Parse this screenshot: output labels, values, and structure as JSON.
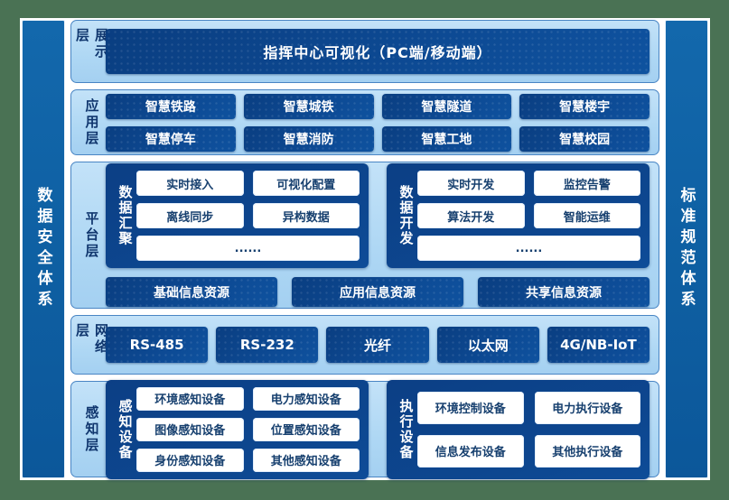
{
  "colors": {
    "canvas_green": "#4a7254",
    "pillar_blue": "#0f63a6",
    "panel_light_blue": "#aed7f4",
    "box_navy": "#0d4790",
    "label_navy": "#10366e",
    "white": "#ffffff"
  },
  "left_pillar": {
    "label": "数据安全体系"
  },
  "right_pillar": {
    "label": "标准规范体系"
  },
  "layers": [
    {
      "label": "展示层",
      "items": [
        "指挥中心可视化（PC端/移动端）"
      ]
    },
    {
      "label": "应用层",
      "items": [
        "智慧铁路",
        "智慧城铁",
        "智慧隧道",
        "智慧楼宇",
        "智慧停车",
        "智慧消防",
        "智慧工地",
        "智慧校园"
      ]
    },
    {
      "label": "平台层",
      "groups": [
        {
          "label": "数据汇聚",
          "items": [
            "实时接入",
            "可视化配置",
            "离线同步",
            "异构数据",
            "......"
          ]
        },
        {
          "label": "数据开发",
          "items": [
            "实时开发",
            "监控告警",
            "算法开发",
            "智能运维",
            "......"
          ]
        }
      ],
      "resources": [
        "基础信息资源",
        "应用信息资源",
        "共享信息资源"
      ]
    },
    {
      "label": "网络层",
      "items": [
        "RS-485",
        "RS-232",
        "光纤",
        "以太网",
        "4G/NB-IoT"
      ]
    },
    {
      "label": "感知层",
      "groups": [
        {
          "label": "感知设备",
          "items": [
            "环境感知设备",
            "电力感知设备",
            "图像感知设备",
            "位置感知设备",
            "身份感知设备",
            "其他感知设备"
          ]
        },
        {
          "label": "执行设备",
          "items": [
            "环境控制设备",
            "电力执行设备",
            "信息发布设备",
            "其他执行设备"
          ]
        }
      ]
    }
  ]
}
